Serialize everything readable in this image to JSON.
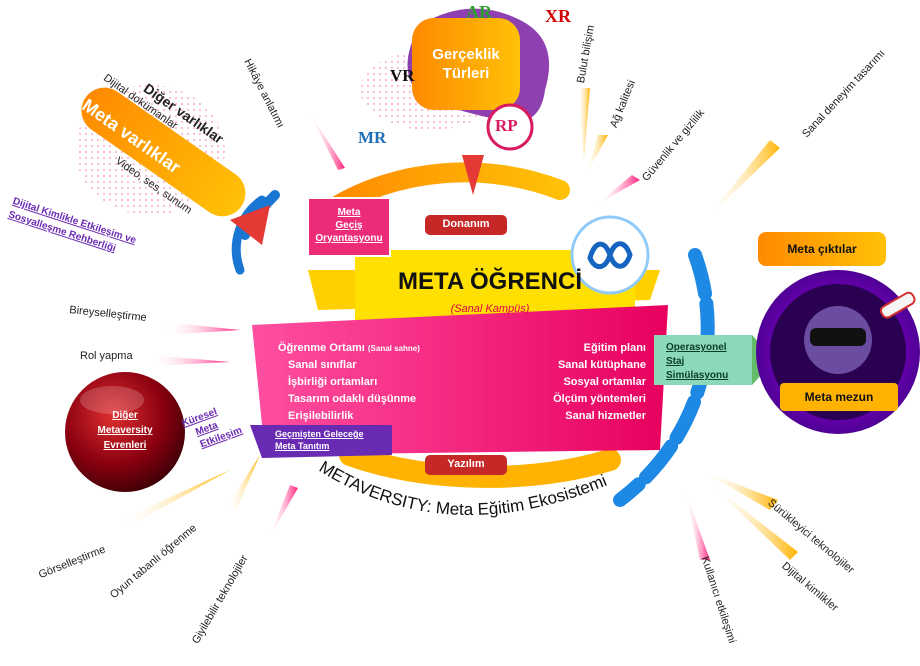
{
  "center": {
    "title": "META ÖĞRENCİ",
    "subtitle": "(Sanal Kampüs)",
    "ecosystem_arc_text": "METAVERSITY: Meta Eğitim Ekosistemi"
  },
  "hardware_label": "Donanım",
  "software_label": "Yazılım",
  "reality_types": {
    "title_line1": "Gerçeklik",
    "title_line2": "Türleri",
    "AR": "AR",
    "XR": "XR",
    "VR": "VR",
    "MR": "MR",
    "RP": "RP"
  },
  "meta_assets": {
    "title": "Meta varlıklar",
    "other": "Diğer varlıklar",
    "docs": "Dijital dokümanlar",
    "media": "Video, ses, sunum"
  },
  "left_column": {
    "header": "Öğrenme Ortamı",
    "header_note": "(Sanal sahne)",
    "items": [
      "Sanal sınıflar",
      "İşbirliği ortamları",
      "Tasarım odaklı düşünme",
      "Erişilebilirlik"
    ]
  },
  "right_column": {
    "items": [
      "Eğitim planı",
      "Sanal kütüphane",
      "Sosyal ortamlar",
      "Ölçüm yöntemleri",
      "Sanal hizmetler"
    ]
  },
  "boxes": {
    "meta_transition": [
      "Meta",
      "Geçiş",
      "Oryantasyonu"
    ],
    "past_future": [
      "Geçmişten Geleceğe",
      "Meta Tanıtım"
    ],
    "operational": [
      "Operasyonel",
      "Staj",
      "Simülasyonu"
    ],
    "global_meta": [
      "Küresel",
      "Meta",
      "Etkileşim"
    ],
    "other_metaversity": [
      "Diğer",
      "Metaversity",
      "Evrenleri"
    ],
    "meta_outputs": "Meta çıktılar",
    "meta_graduate": "Meta mezun"
  },
  "spokes": {
    "story": "Hikâye anlatımı",
    "cloud": "Bulut bilişim",
    "network": "Ağ kalitesi",
    "security": "Güvenlik ve gizlilik",
    "virtual_design": "Sanal deneyim tasarımı",
    "digital_identity_social": [
      "Dijital Kimlikle Etkileşim ve",
      "Sosyalleşme Rehberliği"
    ],
    "personalization": "Bireyselleştirme",
    "role_play": "Rol yapma",
    "visualization": "Görselleştirme",
    "game_based": "Oyun tabanlı öğrenme",
    "wearable": "Giyilebilir teknolojiler",
    "user_interaction": "Kullanıcı etkileşimi",
    "immersive": "Sürükleyici teknolojiler",
    "digital_ids": "Dijital kimlikler"
  },
  "colors": {
    "pink": "#ec2c79",
    "orange": "#ff9800",
    "yellow": "#ffd000",
    "blue": "#1565c0",
    "purple": "#6a2bb3",
    "darkred": "#8b0000",
    "red": "#e53935"
  }
}
